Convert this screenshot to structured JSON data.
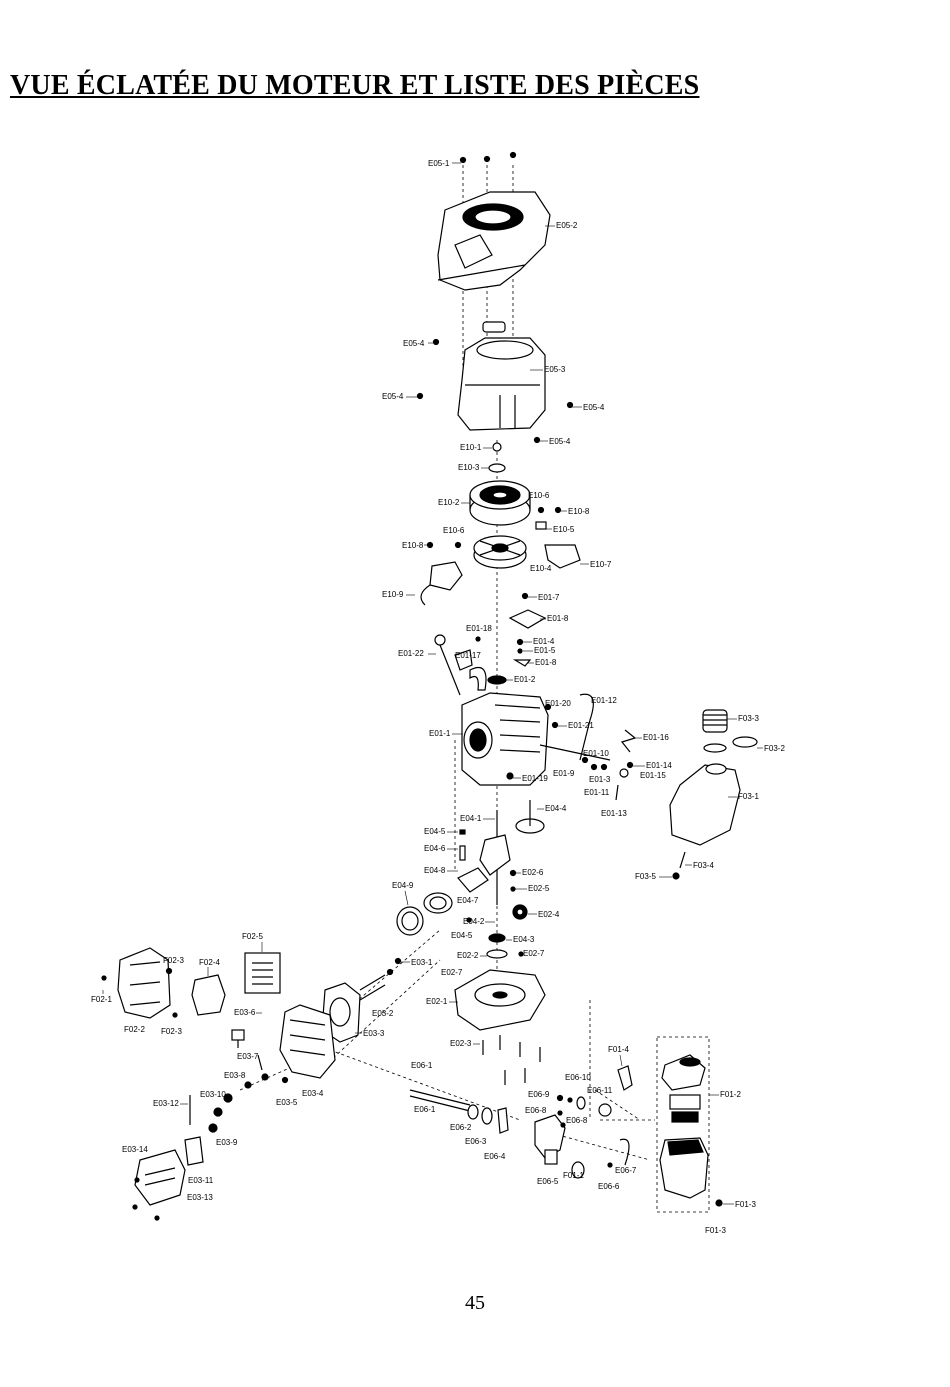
{
  "page": {
    "title": "VUE ÉCLATÉE DU MOTEUR ET LISTE DES PIÈCES",
    "page_number": "45"
  },
  "labels": [
    {
      "id": "E05-1",
      "text": "E05-1"
    },
    {
      "id": "E05-2",
      "text": "E05-2"
    },
    {
      "id": "E05-4a",
      "text": "E05-4"
    },
    {
      "id": "E05-3",
      "text": "E05-3"
    },
    {
      "id": "E05-4b",
      "text": "E05-4"
    },
    {
      "id": "E05-4c",
      "text": "E05-4"
    },
    {
      "id": "E05-4d",
      "text": "E05-4"
    },
    {
      "id": "E10-1",
      "text": "E10-1"
    },
    {
      "id": "E10-3",
      "text": "E10-3"
    },
    {
      "id": "E10-2",
      "text": "E10-2"
    },
    {
      "id": "E10-6a",
      "text": "E10-6"
    },
    {
      "id": "E10-8a",
      "text": "E10-8"
    },
    {
      "id": "E10-5",
      "text": "E10-5"
    },
    {
      "id": "E10-6b",
      "text": "E10-6"
    },
    {
      "id": "E10-8b",
      "text": "E10-8"
    },
    {
      "id": "E10-4",
      "text": "E10-4"
    },
    {
      "id": "E10-7",
      "text": "E10-7"
    },
    {
      "id": "E10-9",
      "text": "E10-9"
    },
    {
      "id": "E01-7",
      "text": "E01-7"
    },
    {
      "id": "E01-8a",
      "text": "E01-8"
    },
    {
      "id": "E01-18",
      "text": "E01-18"
    },
    {
      "id": "E01-4",
      "text": "E01-4"
    },
    {
      "id": "E01-5",
      "text": "E01-5"
    },
    {
      "id": "E01-22",
      "text": "E01-22"
    },
    {
      "id": "E01-17",
      "text": "E01-17"
    },
    {
      "id": "E01-8b",
      "text": "E01-8"
    },
    {
      "id": "E01-2",
      "text": "E01-2"
    },
    {
      "id": "E01-20",
      "text": "E01-20"
    },
    {
      "id": "E01-12",
      "text": "E01-12"
    },
    {
      "id": "F03-3",
      "text": "F03-3"
    },
    {
      "id": "E01-1",
      "text": "E01-1"
    },
    {
      "id": "E01-21",
      "text": "E01-21"
    },
    {
      "id": "E01-16",
      "text": "E01-16"
    },
    {
      "id": "F03-2",
      "text": "F03-2"
    },
    {
      "id": "E01-10",
      "text": "E01-10"
    },
    {
      "id": "E01-14",
      "text": "E01-14"
    },
    {
      "id": "E01-15",
      "text": "E01-15"
    },
    {
      "id": "E01-9",
      "text": "E01-9"
    },
    {
      "id": "E01-3",
      "text": "E01-3"
    },
    {
      "id": "E01-19",
      "text": "E01-19"
    },
    {
      "id": "E01-11",
      "text": "E01-11"
    },
    {
      "id": "F03-1",
      "text": "F03-1"
    },
    {
      "id": "E01-13",
      "text": "E01-13"
    },
    {
      "id": "E04-4",
      "text": "E04-4"
    },
    {
      "id": "E04-1",
      "text": "E04-1"
    },
    {
      "id": "E04-5a",
      "text": "E04-5"
    },
    {
      "id": "E04-6",
      "text": "E04-6"
    },
    {
      "id": "F03-4",
      "text": "F03-4"
    },
    {
      "id": "F03-5",
      "text": "F03-5"
    },
    {
      "id": "E04-8",
      "text": "E04-8"
    },
    {
      "id": "E02-6",
      "text": "E02-6"
    },
    {
      "id": "E02-5",
      "text": "E02-5"
    },
    {
      "id": "E04-9",
      "text": "E04-9"
    },
    {
      "id": "E04-7",
      "text": "E04-7"
    },
    {
      "id": "E02-4",
      "text": "E02-4"
    },
    {
      "id": "E04-2",
      "text": "E04-2"
    },
    {
      "id": "E04-5b",
      "text": "E04-5"
    },
    {
      "id": "E04-3",
      "text": "E04-3"
    },
    {
      "id": "F02-5",
      "text": "F02-5"
    },
    {
      "id": "E02-2",
      "text": "E02-2"
    },
    {
      "id": "E02-7a",
      "text": "E02-7"
    },
    {
      "id": "E03-1",
      "text": "E03-1"
    },
    {
      "id": "F02-3a",
      "text": "F02-3"
    },
    {
      "id": "F02-4",
      "text": "F02-4"
    },
    {
      "id": "E02-7b",
      "text": "E02-7"
    },
    {
      "id": "F02-1",
      "text": "F02-1"
    },
    {
      "id": "E02-1",
      "text": "E02-1"
    },
    {
      "id": "E03-2",
      "text": "E03-2"
    },
    {
      "id": "E03-6",
      "text": "E03-6"
    },
    {
      "id": "F02-2",
      "text": "F02-2"
    },
    {
      "id": "F02-3b",
      "text": "F02-3"
    },
    {
      "id": "E03-3",
      "text": "E03-3"
    },
    {
      "id": "E02-3",
      "text": "E02-3"
    },
    {
      "id": "F01-4",
      "text": "F01-4"
    },
    {
      "id": "E03-7",
      "text": "E03-7"
    },
    {
      "id": "E06-1a",
      "text": "E06-1"
    },
    {
      "id": "F01-2",
      "text": "F01-2"
    },
    {
      "id": "E03-8",
      "text": "E03-8"
    },
    {
      "id": "E06-10",
      "text": "E06-10"
    },
    {
      "id": "E06-11",
      "text": "E06-11"
    },
    {
      "id": "E03-4",
      "text": "E03-4"
    },
    {
      "id": "E03-12",
      "text": "E03-12"
    },
    {
      "id": "E03-10",
      "text": "E03-10"
    },
    {
      "id": "E03-5",
      "text": "E03-5"
    },
    {
      "id": "E06-9",
      "text": "E06-9"
    },
    {
      "id": "E06-1b",
      "text": "E06-1"
    },
    {
      "id": "E06-8a",
      "text": "E06-8"
    },
    {
      "id": "E06-8b",
      "text": "E06-8"
    },
    {
      "id": "E06-2",
      "text": "E06-2"
    },
    {
      "id": "E03-9",
      "text": "E03-9"
    },
    {
      "id": "E06-3",
      "text": "E06-3"
    },
    {
      "id": "E03-14",
      "text": "E03-14"
    },
    {
      "id": "E06-4",
      "text": "E06-4"
    },
    {
      "id": "E06-7",
      "text": "E06-7"
    },
    {
      "id": "E03-11",
      "text": "E03-11"
    },
    {
      "id": "F01-1",
      "text": "F01-1"
    },
    {
      "id": "E06-5",
      "text": "E06-5"
    },
    {
      "id": "E06-6",
      "text": "E06-6"
    },
    {
      "id": "E03-13",
      "text": "E03-13"
    },
    {
      "id": "F01-3a",
      "text": "F01-3"
    },
    {
      "id": "F01-3b",
      "text": "F01-3"
    }
  ]
}
